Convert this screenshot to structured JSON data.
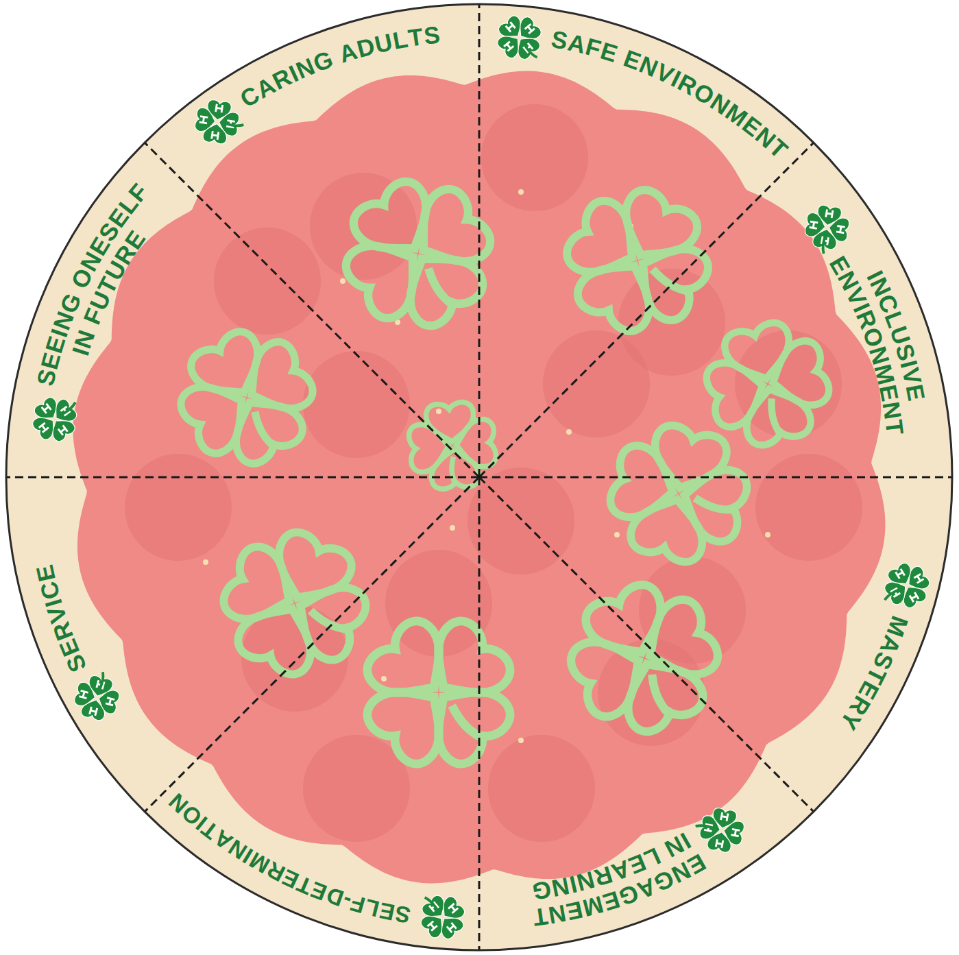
{
  "diagram": {
    "labels": [
      "CARING ADULTS",
      "SAFE ENVIRONMENT",
      "INCLUSIVE ENVIRONMENT",
      "MASTERY",
      "ENGAGEMENT IN LEARNING",
      "SELF-DETERMINATION",
      "SERVICE",
      "SEEING ONESELF IN FUTURE"
    ]
  }
}
